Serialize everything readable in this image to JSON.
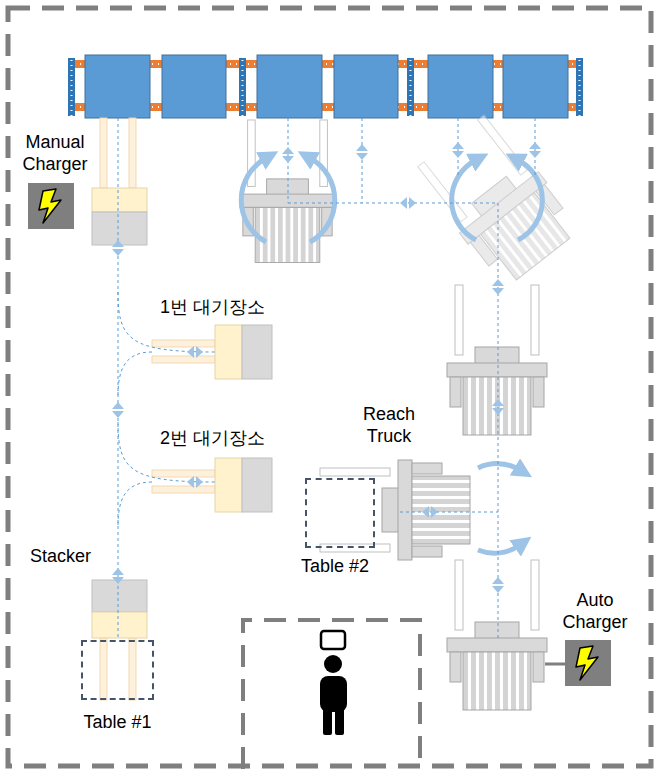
{
  "diagram": {
    "nodes": [
      {
        "text": [
          "Manual Charger"
        ]
      },
      {
        "text": [
          "Table #2"
        ]
      },
      {
        "text": [
          "Auto Charger"
        ]
      },
      {
        "text": [
          "Table #1"
        ]
      }
    ],
    "labels": [
      "1번 대기장소",
      "2번 대기장소",
      "Reach Truck",
      "Stacker"
    ]
  }
}
